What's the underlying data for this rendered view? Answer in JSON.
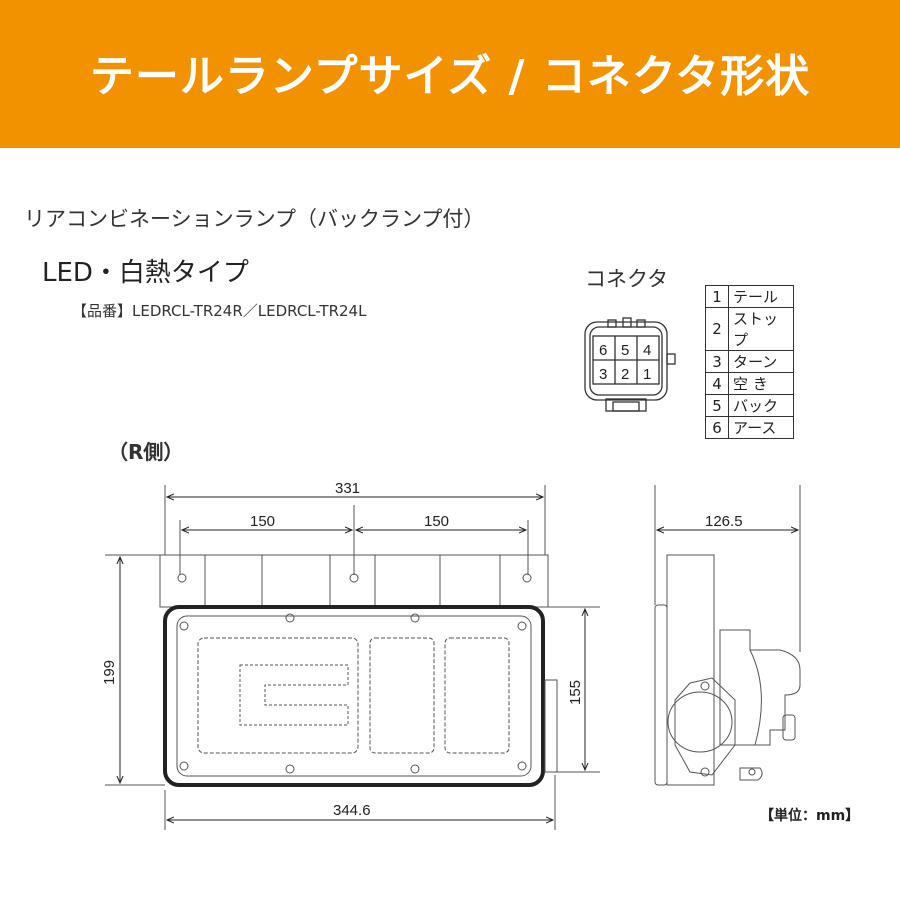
{
  "header": {
    "title": "テールランプサイズ / コネクタ形状"
  },
  "product": {
    "subtitle": "リアコンビネーションランプ（バックランプ付）",
    "type": "LED・白熱タイプ",
    "part_number": "【品番】LEDRCL-TR24R／LEDRCL-TR24L"
  },
  "connector": {
    "label": "コネクタ",
    "face_top": [
      "6",
      "5",
      "4"
    ],
    "face_bottom": [
      "3",
      "2",
      "1"
    ],
    "pins": [
      {
        "no": "1",
        "name": "テール"
      },
      {
        "no": "2",
        "name": "ストップ"
      },
      {
        "no": "3",
        "name": "ターン"
      },
      {
        "no": "4",
        "name": "空 き"
      },
      {
        "no": "5",
        "name": "バック"
      },
      {
        "no": "6",
        "name": "アース"
      }
    ]
  },
  "drawing": {
    "side_label": "（R側）",
    "dims": {
      "total_width": "331",
      "hole_pitch_left": "150",
      "hole_pitch_right": "150",
      "height_total": "199",
      "height_lamp": "155",
      "body_width": "344.6",
      "depth": "126.5"
    },
    "unit": "【単位：mm】"
  }
}
